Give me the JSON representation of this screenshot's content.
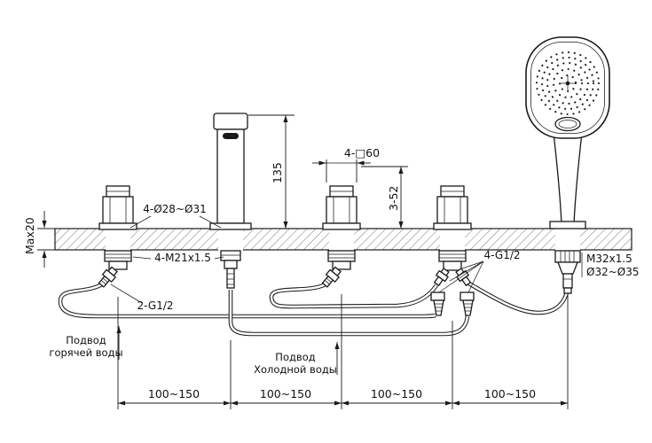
{
  "drawing": {
    "colors": {
      "line": "#1a1a1a",
      "bg": "#ffffff"
    },
    "dims": {
      "deck_thickness": "Max20",
      "spout_height": "135",
      "hole_dia": "4-Ø28~Ø31",
      "valve_thread": "4-M21x1.5",
      "hose_thread_left": "2-G1/2",
      "escutcheon": "4-□60",
      "body_height": "3-52",
      "hose_thread_right": "4-G1/2",
      "shower_thread": "M32x1.5",
      "shower_hole": "Ø32~Ø35",
      "spacing": [
        "100~150",
        "100~150",
        "100~150",
        "100~150"
      ]
    },
    "notes": {
      "hot_l1": "Подвод",
      "hot_l2": "горячей воды",
      "cold_l1": "Подвод",
      "cold_l2": "Холодной воды"
    }
  }
}
